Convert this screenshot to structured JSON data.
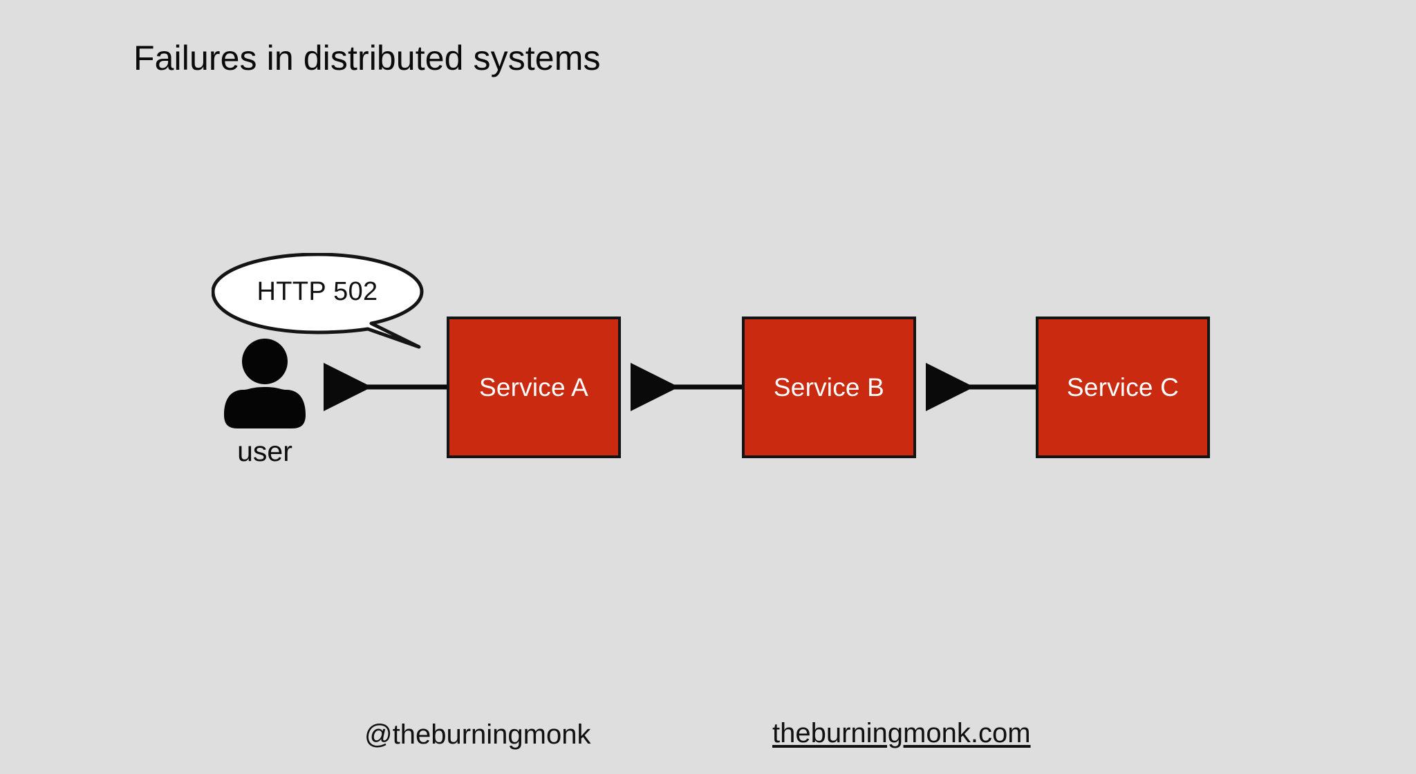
{
  "slide": {
    "title": "Failures in distributed systems",
    "background_color": "#dededf"
  },
  "diagram": {
    "type": "flow-chain",
    "accent_color": "#ca2a10",
    "border_color": "#141414",
    "box_text_color": "#ffffff",
    "actor": {
      "icon": "user-icon",
      "label": "user"
    },
    "speech_bubble": {
      "text": "HTTP 502",
      "fill": "#ffffff",
      "stroke": "#141414",
      "tail_direction": "down-right"
    },
    "boxes": [
      {
        "id": "a",
        "label": "Service A"
      },
      {
        "id": "b",
        "label": "Service B"
      },
      {
        "id": "c",
        "label": "Service C"
      }
    ],
    "arrows": [
      {
        "from": "Service A",
        "to": "user",
        "direction": "left"
      },
      {
        "from": "Service B",
        "to": "Service A",
        "direction": "left"
      },
      {
        "from": "Service C",
        "to": "Service B",
        "direction": "left"
      }
    ]
  },
  "footer": {
    "handle": "@theburningmonk",
    "website": "theburningmonk.com"
  }
}
